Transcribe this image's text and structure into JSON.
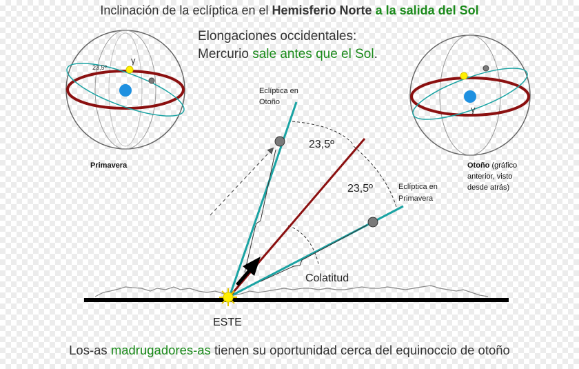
{
  "title": {
    "part1": "Inclinación de la eclíptica en el ",
    "part2": "Hemisferio Norte",
    "part3": " a la salida del Sol"
  },
  "elongation": {
    "line1": "Elongaciones occidentales:",
    "line2_a": "Mercurio ",
    "line2_b": "sale antes que el Sol",
    "line2_c": "."
  },
  "left_sphere": {
    "angle_label": "23,5º",
    "gamma": "γ",
    "caption": "Primavera"
  },
  "right_sphere": {
    "gamma": "γ",
    "caption_bold": "Otoño",
    "caption_rest1": " (gráfico",
    "caption_line2": "anterior, visto",
    "caption_line3": "desde atrás)"
  },
  "center": {
    "ecliptic_autumn_1": "Eclíptica en",
    "ecliptic_autumn_2": "Otoño",
    "ecliptic_spring_1": "Eclíptica en",
    "ecliptic_spring_2": "Primavera",
    "angle_upper": "23,5º",
    "angle_lower": "23,5º",
    "colatitude": "Colatitud",
    "east": "ESTE"
  },
  "footer": {
    "a": "Los-as ",
    "b": "madrugadores-as",
    "c": " tienen su oportunidad cerca del equinoccio de otoño"
  },
  "colors": {
    "ecliptic": "#1aa3a3",
    "equator": "#8b1010",
    "earth": "#1e90e0",
    "sun": "#ffef00",
    "planet": "#7a7a7a",
    "highlight": "#1a8a1a"
  }
}
